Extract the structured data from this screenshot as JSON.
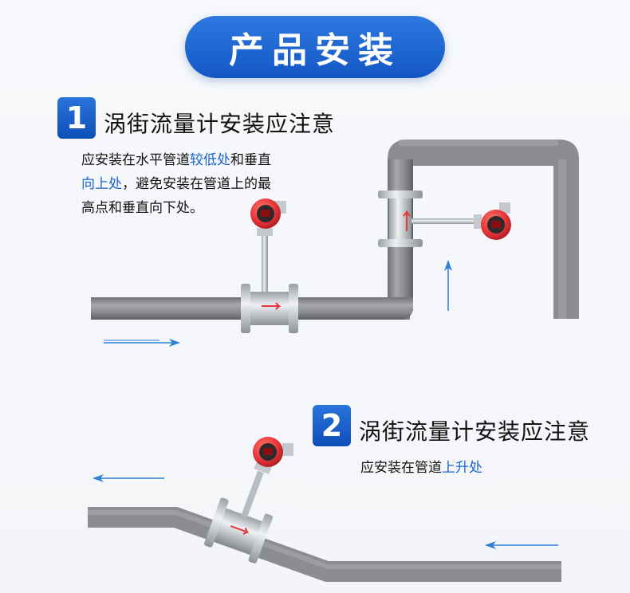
{
  "header": {
    "title": "产品安装"
  },
  "section1": {
    "number": "1",
    "heading": "涡街流量计安装应注意",
    "desc": {
      "line1_a": "应安装在水平管道",
      "line1_hl": "较低处",
      "line1_b": "和垂直",
      "line2_hl": "向上处",
      "line2_b": "，避免安装在管道上的最",
      "line3": "高点和垂直向下处。"
    }
  },
  "section2": {
    "number": "2",
    "heading": "涡街流量计安装应注意",
    "desc": {
      "a": "应安装在管道",
      "hl": "上升处"
    }
  },
  "colors": {
    "accent": "#1a64d1",
    "pipe": "#8b8d91",
    "meter_red": "#e8353a",
    "arrow": "#2e7fd8"
  }
}
